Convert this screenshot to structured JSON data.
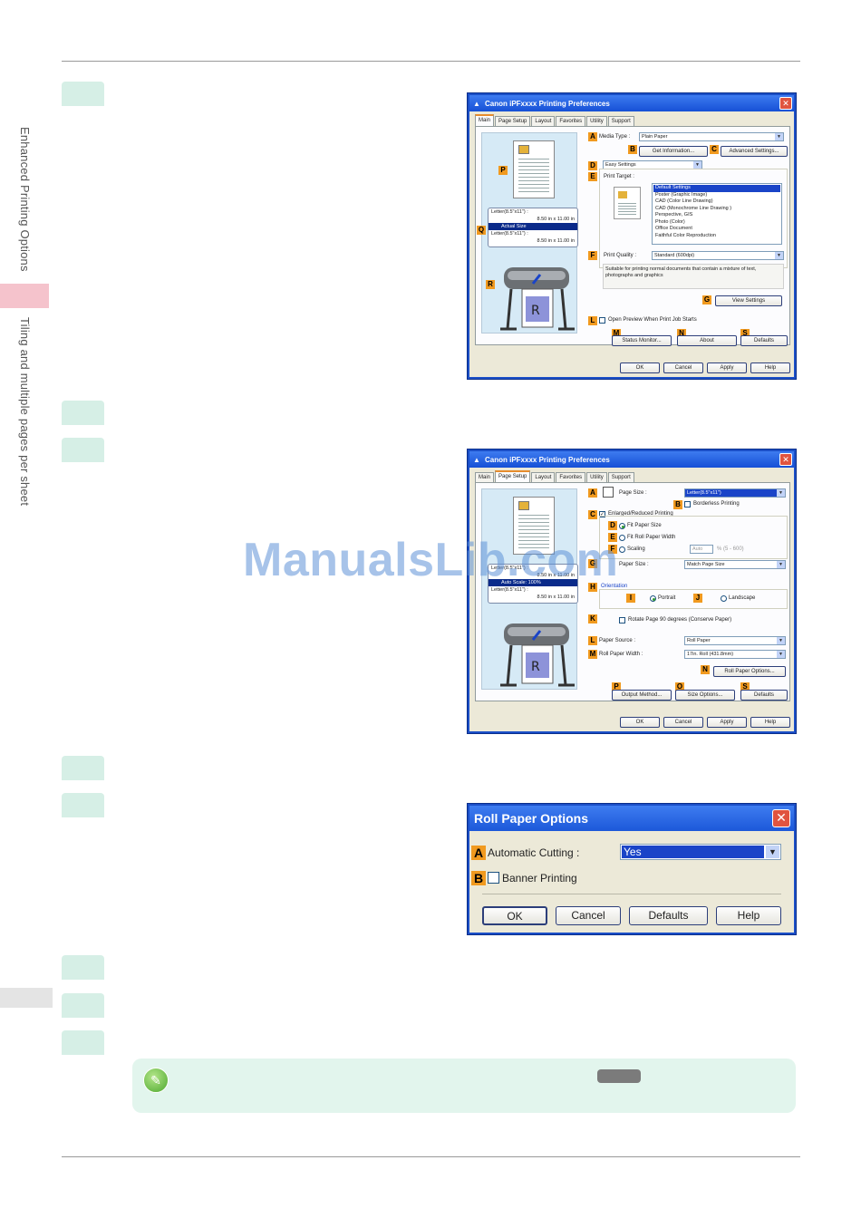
{
  "side_tab": {
    "section": "Enhanced Printing Options",
    "chapter": "Tiling and multiple pages per sheet"
  },
  "watermark": "ManualsLib.com",
  "dialog1": {
    "title": "Canon iPFxxxx Printing Preferences",
    "tabs": [
      "Main",
      "Page Setup",
      "Layout",
      "Favorites",
      "Utility",
      "Support"
    ],
    "active_tab": "Main",
    "size_info": {
      "line1": "Letter(8.5\"x11\") :",
      "line1_value": "8.50 in x 11.00 in",
      "highlight": "Actual Size",
      "line2": "Letter(8.5\"x11\") :",
      "line2_value": "8.50 in x 11.00 in"
    },
    "labels": {
      "A": "A",
      "B": "B",
      "C": "C",
      "D": "D",
      "E": "E",
      "F": "F",
      "G": "G",
      "L": "L",
      "M": "M",
      "N": "N",
      "S": "S",
      "P": "P",
      "Q": "Q",
      "R": "R"
    },
    "media_type_label": "Media Type :",
    "media_type_value": "Plain Paper",
    "get_information": "Get Information...",
    "advanced_settings": "Advanced Settings...",
    "easy_settings_value": "Easy Settings",
    "print_target_label": "Print Target :",
    "print_targets": [
      "Default Settings",
      "Poster (Graphic Image)",
      "CAD (Color Line Drawing)",
      "CAD (Monochrome Line Drawing )",
      "Perspective, GIS",
      "Photo (Color)",
      "Office Document",
      "Faithful Color Reproduction"
    ],
    "print_quality_label": "Print Quality :",
    "print_quality_value": "Standard (600dpi)",
    "description": "Suitable for printing normal documents that contain a mixture of text, photographs and graphics",
    "view_settings": "View Settings",
    "open_preview": "Open Preview When Print Job Starts",
    "status_monitor": "Status Monitor...",
    "about": "About",
    "defaults": "Defaults",
    "ok": "OK",
    "cancel": "Cancel",
    "apply": "Apply",
    "help": "Help"
  },
  "dialog2": {
    "title": "Canon iPFxxxx Printing Preferences",
    "tabs": [
      "Main",
      "Page Setup",
      "Layout",
      "Favorites",
      "Utility",
      "Support"
    ],
    "active_tab": "Page Setup",
    "size_info": {
      "line1": "Letter(8.5\"x11\") :",
      "line1_value": "8.50 in x 11.00 in",
      "highlight": "Auto Scale: 100%",
      "line2": "Letter(8.5\"x11\") :",
      "line2_value": "8.50 in x 11.00 in"
    },
    "labels": {
      "A": "A",
      "B": "B",
      "C": "C",
      "D": "D",
      "E": "E",
      "F": "F",
      "G": "G",
      "H": "H",
      "I": "I",
      "J": "J",
      "K": "K",
      "L": "L",
      "M": "M",
      "N": "N",
      "O": "O",
      "P": "P",
      "S": "S"
    },
    "page_size_label": "Page Size :",
    "page_size_value": "Letter(8.5\"x11\")",
    "borderless": "Borderless Printing",
    "enlarged_reduced": "Enlarged/Reduced Printing",
    "fit_paper_size": "Fit Paper Size",
    "fit_roll_paper_width": "Fit Roll Paper Width",
    "scaling": "Scaling",
    "scaling_value": "Auto",
    "scaling_range": "% (5 - 600)",
    "paper_size_label": "Paper Size :",
    "paper_size_value": "Match Page Size",
    "orientation": "Orientation",
    "portrait": "Portrait",
    "landscape": "Landscape",
    "rotate": "Rotate Page 90 degrees (Conserve Paper)",
    "paper_source_label": "Paper Source :",
    "paper_source_value": "Roll Paper",
    "roll_width_label": "Roll Paper Width :",
    "roll_width_value": "17in. Roll (431.8mm)",
    "roll_paper_options": "Roll Paper Options...",
    "output_method": "Output Method...",
    "size_options": "Size Options...",
    "defaults": "Defaults",
    "ok": "OK",
    "cancel": "Cancel",
    "apply": "Apply",
    "help": "Help"
  },
  "dialog3": {
    "title": "Roll Paper Options",
    "label_a": "A",
    "label_b": "B",
    "auto_cut_label": "Automatic Cutting :",
    "auto_cut_value": "Yes",
    "banner_printing": "Banner Printing",
    "ok": "OK",
    "cancel": "Cancel",
    "defaults": "Defaults",
    "help": "Help"
  },
  "colors": {
    "step_marker": "#d6efe6",
    "note_bg": "#e2f5ed",
    "side_tab_pink": "#f5c3cc",
    "label_orange": "#f19a1f",
    "titlebar_blue": "#1650d6"
  }
}
